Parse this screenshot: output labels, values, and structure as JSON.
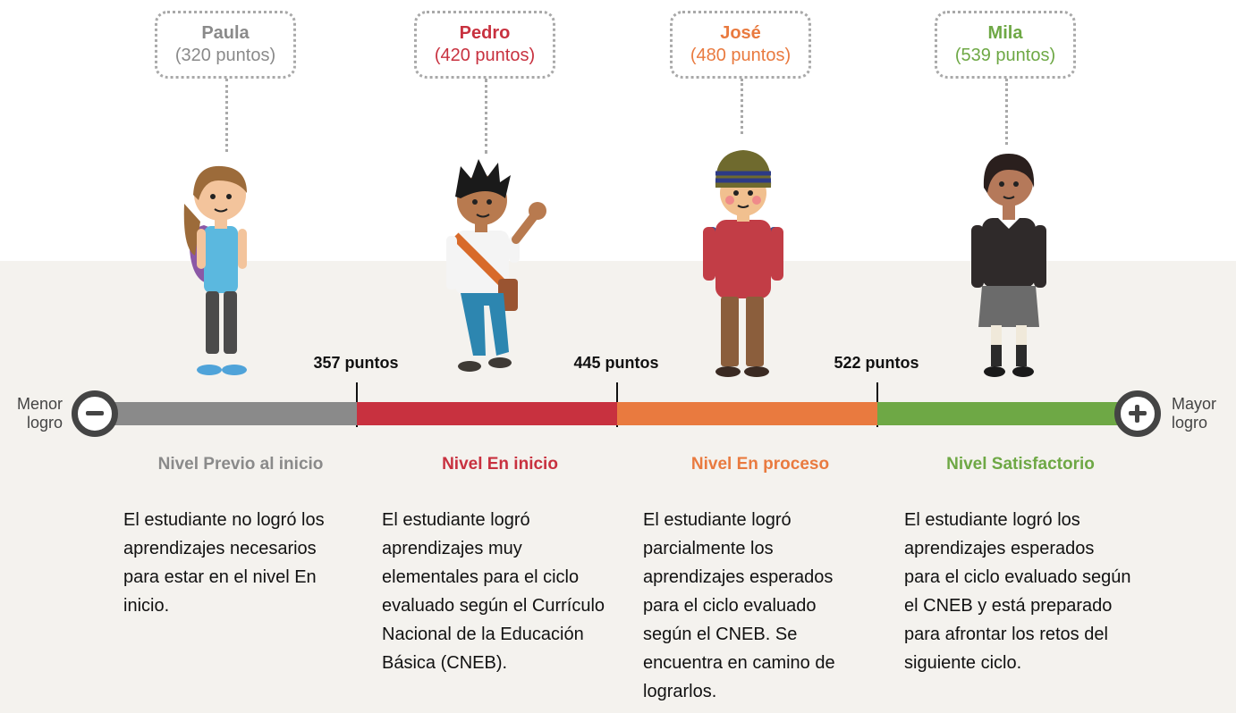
{
  "students": [
    {
      "name": "Paula",
      "points": "(320 puntos)",
      "color": "#8a8a8a"
    },
    {
      "name": "Pedro",
      "points": "(420 puntos)",
      "color": "#c8313f"
    },
    {
      "name": "José",
      "points": "(480 puntos)",
      "color": "#e97a3f"
    },
    {
      "name": "Mila",
      "points": "(539 puntos)",
      "color": "#6ea845"
    }
  ],
  "thresholds": [
    "357 puntos",
    "445 puntos",
    "522 puntos"
  ],
  "scale": {
    "min_label": "Menor logro",
    "max_label": "Mayor logro"
  },
  "levels": [
    {
      "name": "Nivel Previo al inicio",
      "color": "#8a8a8a",
      "description": "El estudiante no logró los aprendizajes necesarios para estar en el nivel En inicio."
    },
    {
      "name": "Nivel En inicio",
      "color": "#c8313f",
      "description": "El estudiante logró aprendizajes muy elementales para el ciclo evaluado según el Currículo Nacional de la Educación Básica (CNEB)."
    },
    {
      "name": "Nivel En proceso",
      "color": "#e97a3f",
      "description": "El estudiante logró parcialmente los aprendizajes esperados para el ciclo evaluado según el CNEB. Se encuentra en camino de lograrlos."
    },
    {
      "name": "Nivel Satisfactorio",
      "color": "#6ea845",
      "description": "El estudiante logró los aprendizajes esperados para el ciclo evaluado según el CNEB y está preparado para afrontar los retos del siguiente ciclo."
    }
  ]
}
